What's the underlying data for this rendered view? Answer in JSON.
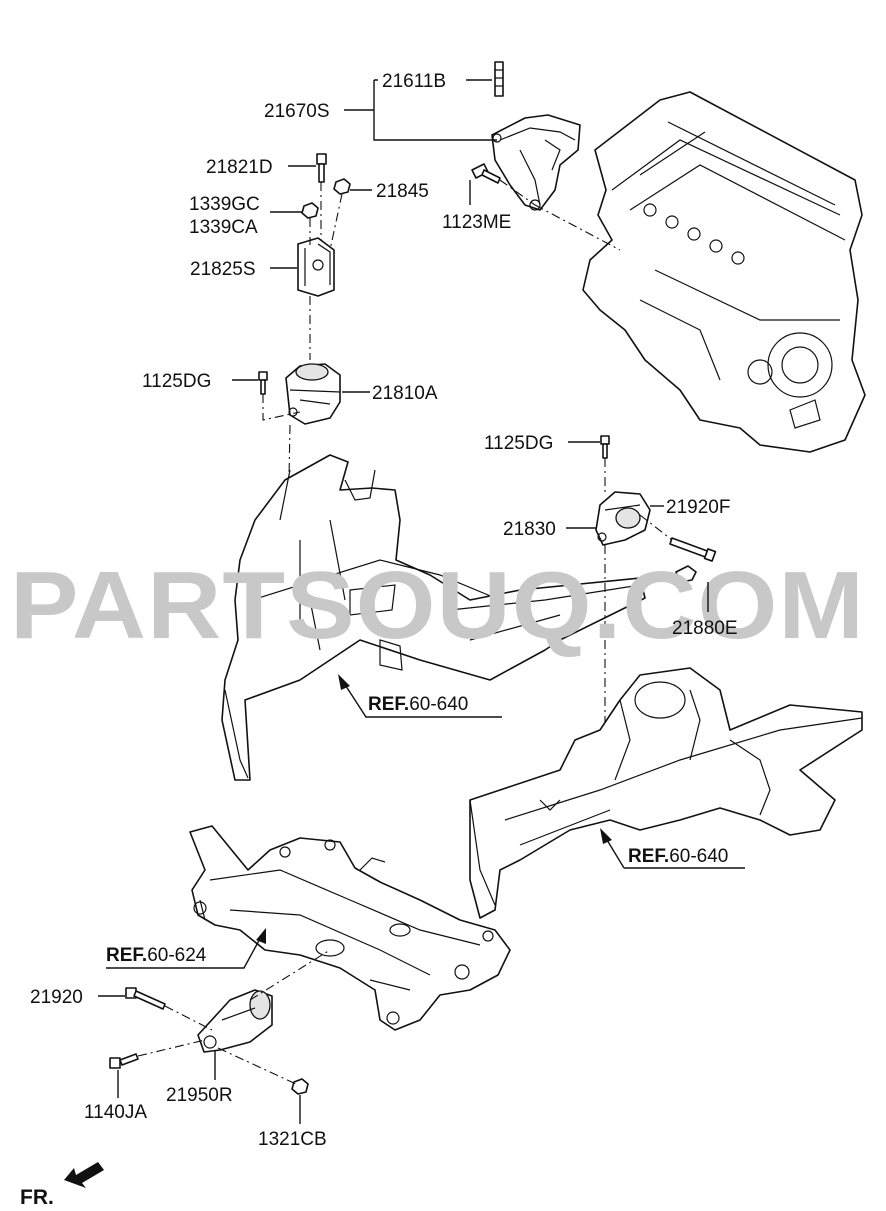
{
  "watermark": "PARTSOUQ.COM",
  "labels": {
    "p21611B": "21611B",
    "p21670S": "21670S",
    "p21821D": "21821D",
    "p21845": "21845",
    "p1339GC": "1339GC",
    "p1339CA": "1339CA",
    "p1123ME": "1123ME",
    "p21825S": "21825S",
    "p1125DG_left": "1125DG",
    "p21810A": "21810A",
    "p1125DG_right": "1125DG",
    "p21830": "21830",
    "p21920F": "21920F",
    "p21880E": "21880E",
    "p21920": "21920",
    "p21950R": "21950R",
    "p1140JA": "1140JA",
    "p1321CB": "1321CB"
  },
  "refs": {
    "ref_left": {
      "bold": "REF.",
      "num": "60-640"
    },
    "ref_right": {
      "bold": "REF.",
      "num": "60-640"
    },
    "ref_crossmember": {
      "bold": "REF.",
      "num": "60-624"
    }
  },
  "front_indicator": "FR.",
  "icons": {
    "front_arrow": "arrow-left-down-icon"
  }
}
